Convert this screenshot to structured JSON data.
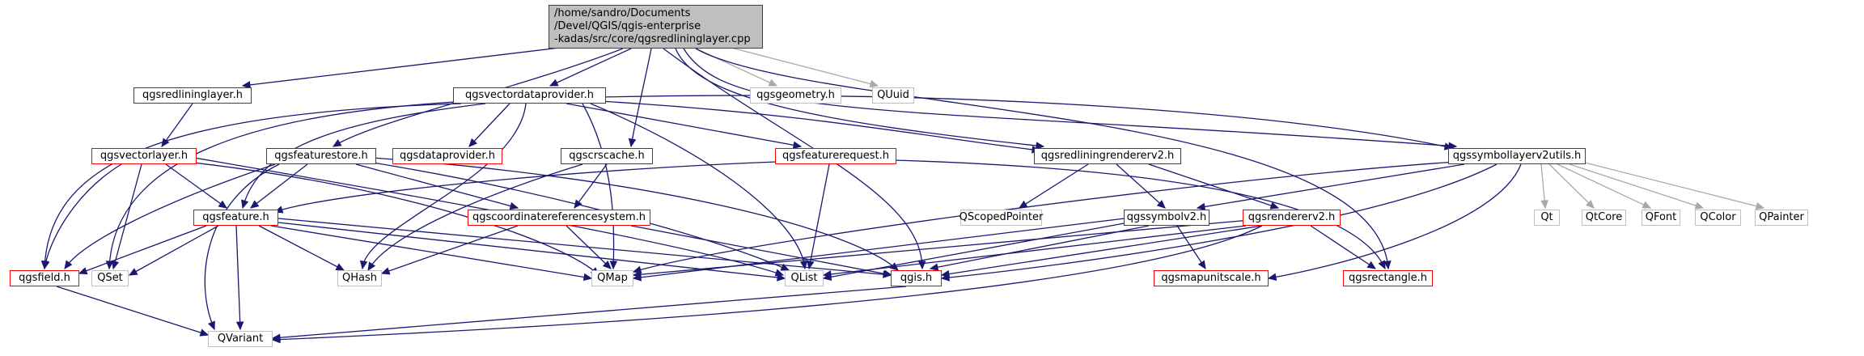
{
  "colors": {
    "primary_edge": "#191970",
    "secondary_edge": "#a9a9a9",
    "root_fill": "#bfbfbf",
    "red_border": "#ff0000",
    "black_border": "#404040",
    "gray_border": "#bfbfbf"
  },
  "root": {
    "lines": [
      "/home/sandro/Documents",
      "/Devel/QGIS/qgis-enterprise",
      "-kadas/src/core/qgsredlininglayer.cpp"
    ]
  },
  "nodes": {
    "qgsredlininglayer_h": "qgsredlininglayer.h",
    "qgsvectordataprovider_h": "qgsvectordataprovider.h",
    "qgsgeometry_h": "qgsgeometry.h",
    "quuid": "QUuid",
    "qgsvectorlayer_h": "qgsvectorlayer.h",
    "qgsfeaturestore_h": "qgsfeaturestore.h",
    "qgsdataprovider_h": "qgsdataprovider.h",
    "qgscrscache_h": "qgscrscache.h",
    "qgsfeaturerequest_h": "qgsfeaturerequest.h",
    "qgsredliningrendererv2_h": "qgsredliningrendererv2.h",
    "qgssymbollayerv2utils_h": "qgssymbollayerv2utils.h",
    "qgsfeature_h": "qgsfeature.h",
    "qgscoordinatereferencesystem_h": "qgscoordinatereferencesystem.h",
    "qscopedpointer": "QScopedPointer",
    "qgssymbolv2_h": "qgssymbolv2.h",
    "qgsrendererv2_h": "qgsrendererv2.h",
    "qt": "Qt",
    "qtcore": "QtCore",
    "qfont": "QFont",
    "qcolor": "QColor",
    "qpainter": "QPainter",
    "qgsfield_h": "qgsfield.h",
    "qset": "QSet",
    "qhash": "QHash",
    "qmap": "QMap",
    "qlist": "QList",
    "qgis_h": "qgis.h",
    "qgsmapunitscale_h": "qgsmapunitscale.h",
    "qgsrectangle_h": "qgsrectangle.h",
    "qvariant": "QVariant"
  }
}
